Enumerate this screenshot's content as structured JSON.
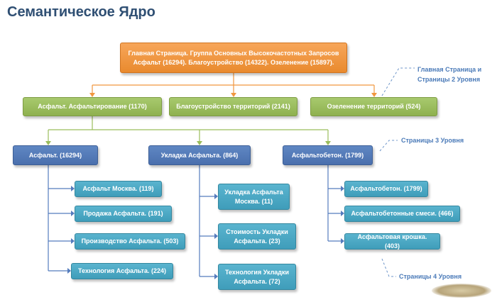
{
  "title": "Семантическое Ядро",
  "root": {
    "text": "Главная Страница. Группа Основных Высокочастотных Запросов Асфальт (16294).  Благоустройство (14322).  Озеленение (15897)."
  },
  "level2": [
    {
      "text": "Асфальт. Асфальтирование (1170)"
    },
    {
      "text": "Благоустройство территорий (2141)"
    },
    {
      "text": "Озеленение территорий (524)"
    }
  ],
  "level3": [
    {
      "text": "Асфальт. (16294)"
    },
    {
      "text": "Укладка Асфальта. (864)"
    },
    {
      "text": "Асфальтобетон. (1799)"
    }
  ],
  "level4": {
    "col1": [
      {
        "text": "Асфальт Москва. (119)"
      },
      {
        "text": "Продажа Асфальта. (191)"
      },
      {
        "text": "Производство Асфальта. (503)"
      },
      {
        "text": "Технология Асфальта. (224)"
      }
    ],
    "col2": [
      {
        "text": "Укладка Асфальта Москва. (11)"
      },
      {
        "text": "Стоимость Укладки Асфальта. (23)"
      },
      {
        "text": "Технология Укладки Асфальта. (72)"
      }
    ],
    "col3": [
      {
        "text": "Асфальтобетон. (1799)"
      },
      {
        "text": "Асфальтобетонные смеси. (466)"
      },
      {
        "text": "Асфальтовая крошка. (403)"
      }
    ]
  },
  "notes": {
    "level2": "Главная Страница и Страницы 2 Уровня",
    "level3": "Страницы 3 Уровня",
    "level4": "Страницы 4 Уровня"
  },
  "colors": {
    "root": "#f0973f",
    "level2": "#9bbd5c",
    "level3": "#557cbd",
    "level4": "#49a8c6",
    "title": "#2f4f73",
    "note": "#4a7ab8"
  }
}
